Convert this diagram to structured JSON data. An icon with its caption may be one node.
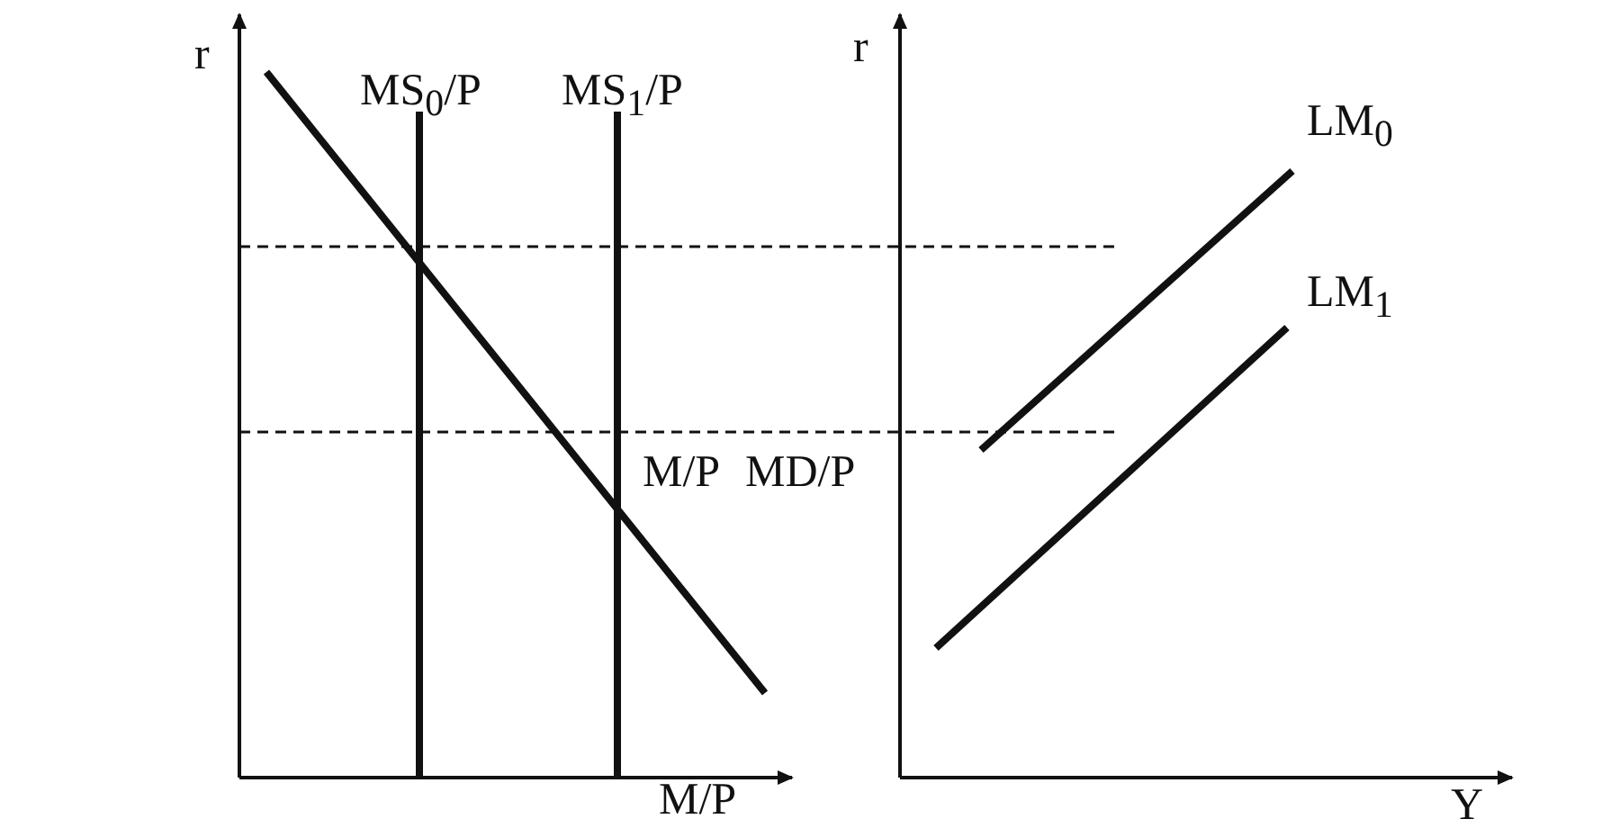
{
  "diagram": {
    "labels": [
      "r",
      "MS$_{0}$/P",
      "MS$_{1}$/P",
      "r",
      "LM$_{0}$",
      "LM$_{1}$",
      "M/P",
      "MD/P",
      "M/P",
      "Y"
    ]
  }
}
